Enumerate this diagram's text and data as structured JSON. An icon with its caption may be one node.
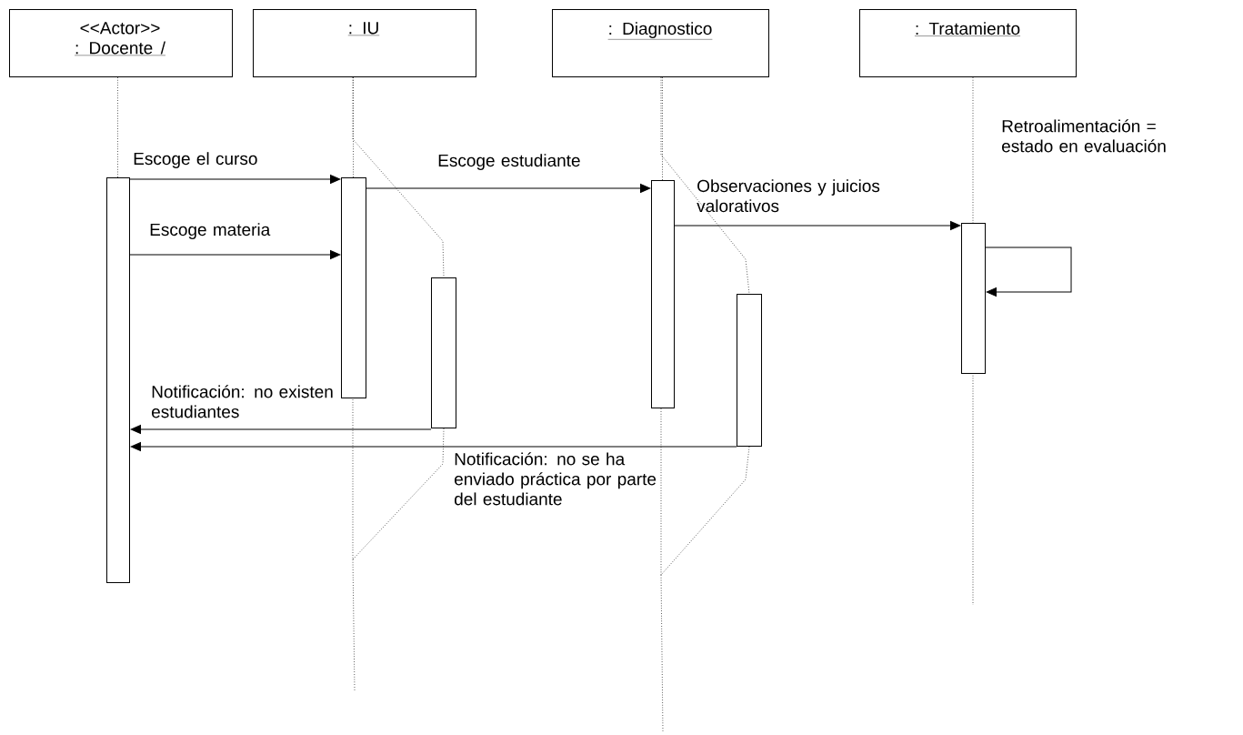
{
  "diagram": {
    "nodes": [
      {
        "text": [
          "<<Actor>>",
          ": Docente /"
        ]
      },
      {
        "text": [
          ": IU"
        ]
      },
      {
        "text": [
          ": Diagnostico"
        ]
      },
      {
        "text": [
          ": Tratamiento"
        ]
      },
      {
        "text": [],
        "shape": "bar"
      },
      {
        "text": [],
        "shape": "bar"
      },
      {
        "text": [],
        "shape": "bar"
      },
      {
        "text": [],
        "shape": "bar"
      },
      {
        "text": [],
        "shape": "bar"
      },
      {
        "text": [],
        "shape": "bar"
      }
    ],
    "edges": [
      {
        "from": 4,
        "to": 5,
        "arrow": "to",
        "label": "Escoge el curso"
      },
      {
        "from": 4,
        "to": 5,
        "arrow": "to",
        "label": "Escoge materia"
      },
      {
        "from": 5,
        "to": 7,
        "arrow": "to",
        "label": "Escoge estudiante"
      },
      {
        "from": 7,
        "to": 9,
        "arrow": "to",
        "label": "Observaciones y juicios valorativos"
      },
      {
        "from": 9,
        "to": 9,
        "arrow": "to"
      },
      {
        "from": 6,
        "to": 4,
        "arrow": "to",
        "label": "Notificación: no existen estudiantes"
      },
      {
        "from": 8,
        "to": 4,
        "arrow": "to",
        "label": "Notificación: no se ha enviado práctica por parte del estudiante"
      },
      {
        "from": 0,
        "to": 4,
        "arrow": "none",
        "style": "dashed"
      },
      {
        "from": 1,
        "to": 5,
        "arrow": "none",
        "style": "dashed"
      },
      {
        "from": 1,
        "to": 6,
        "arrow": "none",
        "style": "dashed"
      },
      {
        "from": 2,
        "to": 7,
        "arrow": "none",
        "style": "dashed"
      },
      {
        "from": 2,
        "to": 8,
        "arrow": "none",
        "style": "dashed"
      },
      {
        "from": 3,
        "to": 9,
        "arrow": "none",
        "style": "dashed"
      },
      {
        "from": 6,
        "to": 5,
        "arrow": "none",
        "style": "dashed"
      },
      {
        "from": 8,
        "to": 7,
        "arrow": "none",
        "style": "dashed"
      }
    ],
    "labels": [
      "Retroalimentación = estado en evaluación"
    ]
  }
}
